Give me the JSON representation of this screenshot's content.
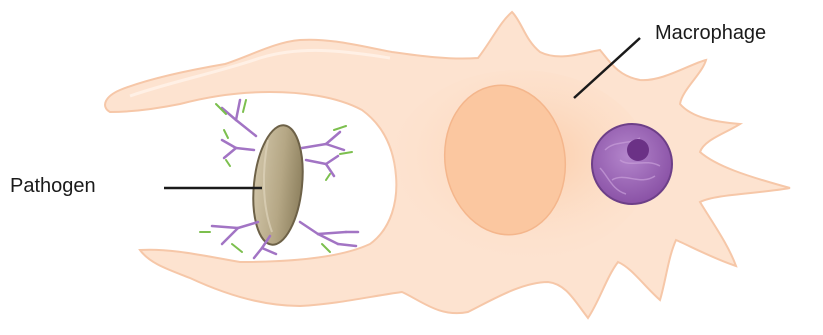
{
  "labels": {
    "macrophage": "Macrophage",
    "pathogen": "Pathogen"
  },
  "colors": {
    "cell_body": "#fde3d0",
    "cell_outline": "#f6c7a8",
    "inner_cytoplasm": "#fbd2b2",
    "vacuole_edge": "#f3bc98",
    "pathogen_fill": "#b3a688",
    "pathogen_outline": "#6d6147",
    "nucleus_fill": "#9c64b6",
    "nucleus_outline": "#6d3f88",
    "antibody_heavy": "#a274c4",
    "antibody_light": "#7cbf4e",
    "leader_line": "#1a1a1a"
  },
  "icons": {
    "pathogen": "oval-bacterium",
    "antibody": "y-shaped-antibody",
    "nucleus": "circular-nucleus"
  }
}
